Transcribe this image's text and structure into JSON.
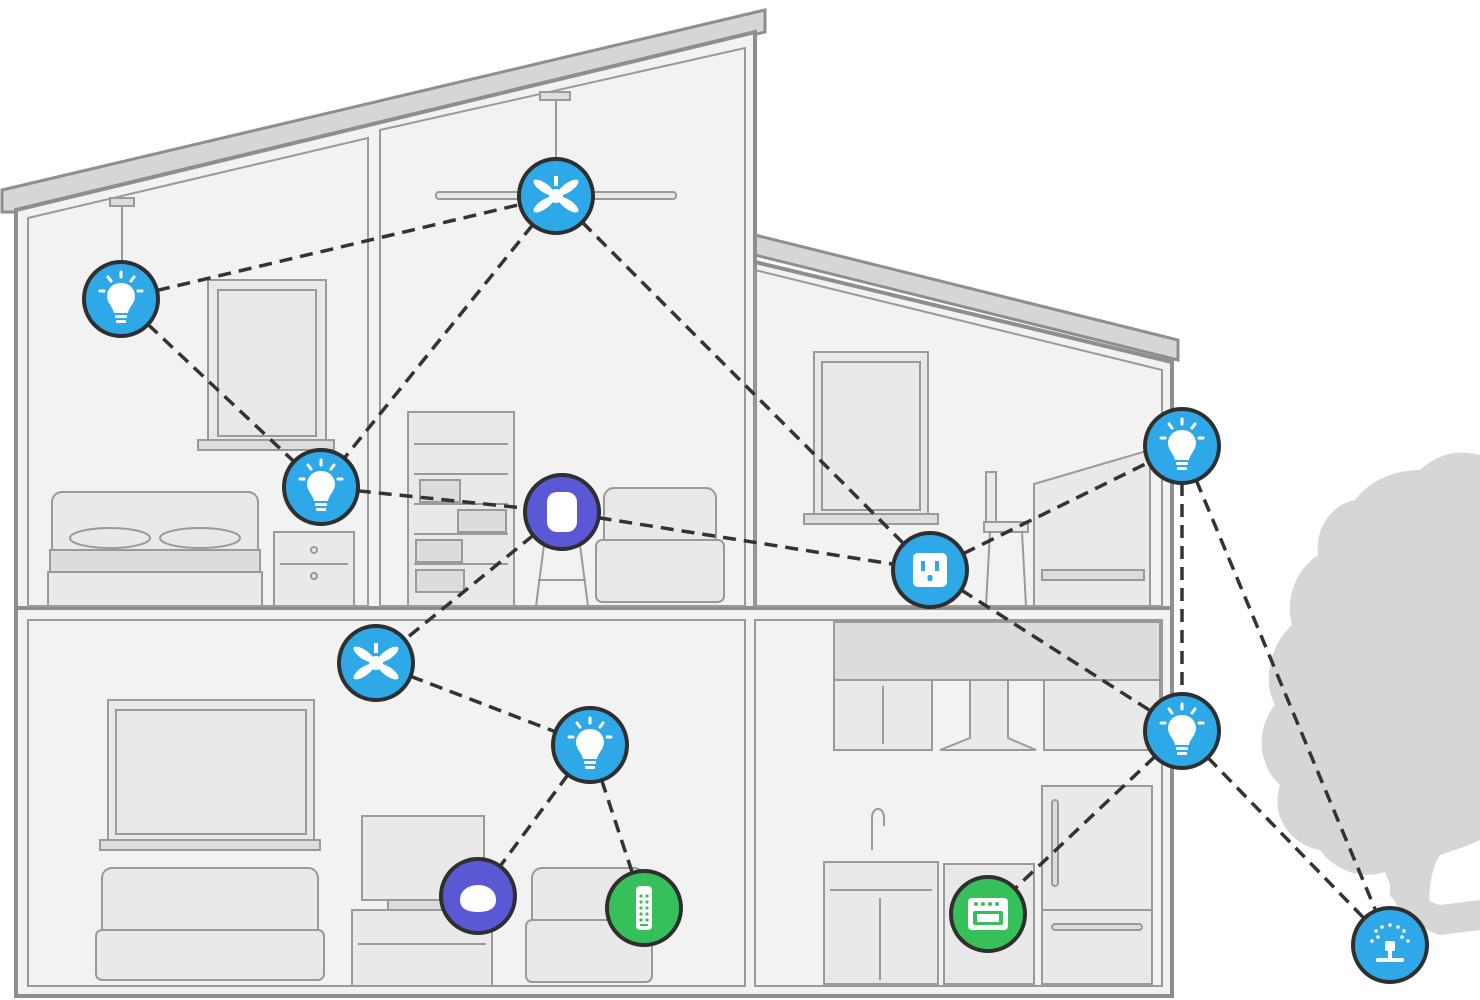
{
  "colors": {
    "hub_blue": "#2ea8e6",
    "speaker_purple": "#5b58d6",
    "appliance_green": "#36c05a",
    "wall": "#f2f2f2",
    "outline": "#8e8e8e",
    "link": "#333333",
    "tree": "#d6d6d6"
  },
  "devices": [
    {
      "id": "bulb-bedroom",
      "type": "bulb",
      "icon": "lightbulb-icon",
      "color": "hub_blue"
    },
    {
      "id": "fan-bedroom",
      "type": "fan",
      "icon": "ceiling-fan-icon",
      "color": "hub_blue"
    },
    {
      "id": "bulb-nightstand",
      "type": "bulb",
      "icon": "lightbulb-icon",
      "color": "hub_blue"
    },
    {
      "id": "speaker-den",
      "type": "speaker",
      "icon": "smart-speaker-icon",
      "color": "speaker_purple"
    },
    {
      "id": "outlet-study",
      "type": "outlet",
      "icon": "power-outlet-icon",
      "color": "hub_blue"
    },
    {
      "id": "bulb-exterior-top",
      "type": "bulb",
      "icon": "lightbulb-icon",
      "color": "hub_blue"
    },
    {
      "id": "fan-living",
      "type": "fan",
      "icon": "ceiling-fan-icon",
      "color": "hub_blue"
    },
    {
      "id": "bulb-living",
      "type": "bulb",
      "icon": "lightbulb-icon",
      "color": "hub_blue"
    },
    {
      "id": "speaker-living",
      "type": "speaker-mini",
      "icon": "mini-speaker-icon",
      "color": "speaker_purple"
    },
    {
      "id": "remote-living",
      "type": "remote",
      "icon": "remote-control-icon",
      "color": "appliance_green"
    },
    {
      "id": "oven-kitchen",
      "type": "oven",
      "icon": "oven-icon",
      "color": "appliance_green"
    },
    {
      "id": "bulb-exterior-bottom",
      "type": "bulb",
      "icon": "lightbulb-icon",
      "color": "hub_blue"
    },
    {
      "id": "sprinkler-yard",
      "type": "sprinkler",
      "icon": "sprinkler-icon",
      "color": "hub_blue"
    }
  ],
  "links": [
    [
      "bulb-bedroom",
      "fan-bedroom"
    ],
    [
      "bulb-bedroom",
      "bulb-nightstand"
    ],
    [
      "fan-bedroom",
      "bulb-nightstand"
    ],
    [
      "fan-bedroom",
      "outlet-study"
    ],
    [
      "bulb-nightstand",
      "speaker-den"
    ],
    [
      "speaker-den",
      "outlet-study"
    ],
    [
      "speaker-den",
      "fan-living"
    ],
    [
      "fan-living",
      "bulb-living"
    ],
    [
      "bulb-living",
      "speaker-living"
    ],
    [
      "bulb-living",
      "remote-living"
    ],
    [
      "outlet-study",
      "bulb-exterior-top"
    ],
    [
      "outlet-study",
      "bulb-exterior-bottom"
    ],
    [
      "bulb-exterior-top",
      "bulb-exterior-bottom"
    ],
    [
      "bulb-exterior-top",
      "sprinkler-yard"
    ],
    [
      "bulb-exterior-bottom",
      "sprinkler-yard"
    ],
    [
      "bulb-exterior-bottom",
      "oven-kitchen"
    ]
  ]
}
